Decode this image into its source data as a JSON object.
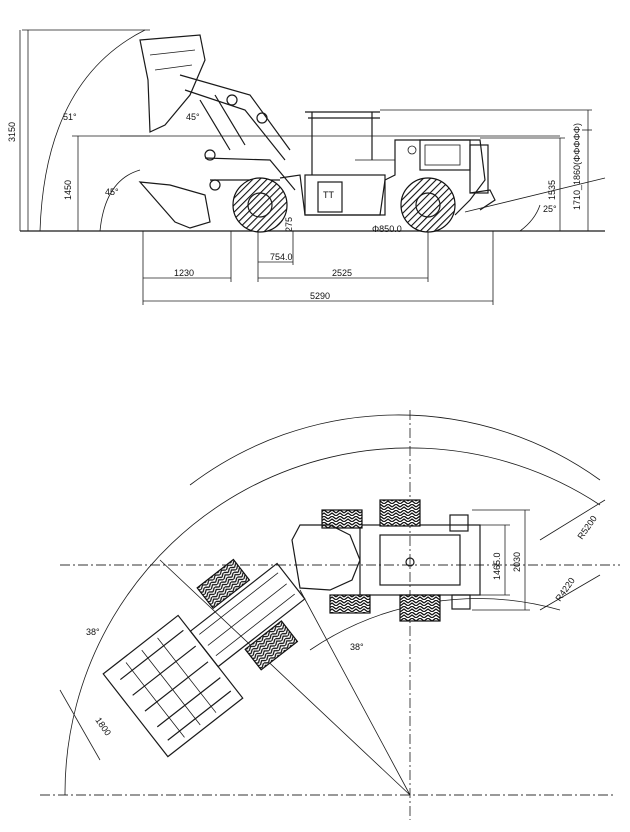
{
  "side_view": {
    "dims": {
      "height_total": "3150",
      "height_pin": "1450",
      "clearance": "275",
      "axle_offset": "754.0",
      "wheelbase": "2525",
      "front_overhang": "1230",
      "length_total": "5290",
      "tyre_dia": "Φ850.0",
      "rear_height": "1535",
      "cab_height": "1710_1860(ΦΦΦΦΦ)"
    },
    "angles": {
      "dump_top": "51°",
      "dump_mid": "45°",
      "dump_low": "45°",
      "rear_departure": "25°"
    }
  },
  "top_view": {
    "dims": {
      "width_body": "1465.0",
      "width_total": "2030",
      "bucket_width": "1800",
      "outer_radius": "R5200",
      "inner_radius": "R4220"
    },
    "angles": {
      "left_steer": "38°",
      "right_steer": "38°"
    }
  }
}
